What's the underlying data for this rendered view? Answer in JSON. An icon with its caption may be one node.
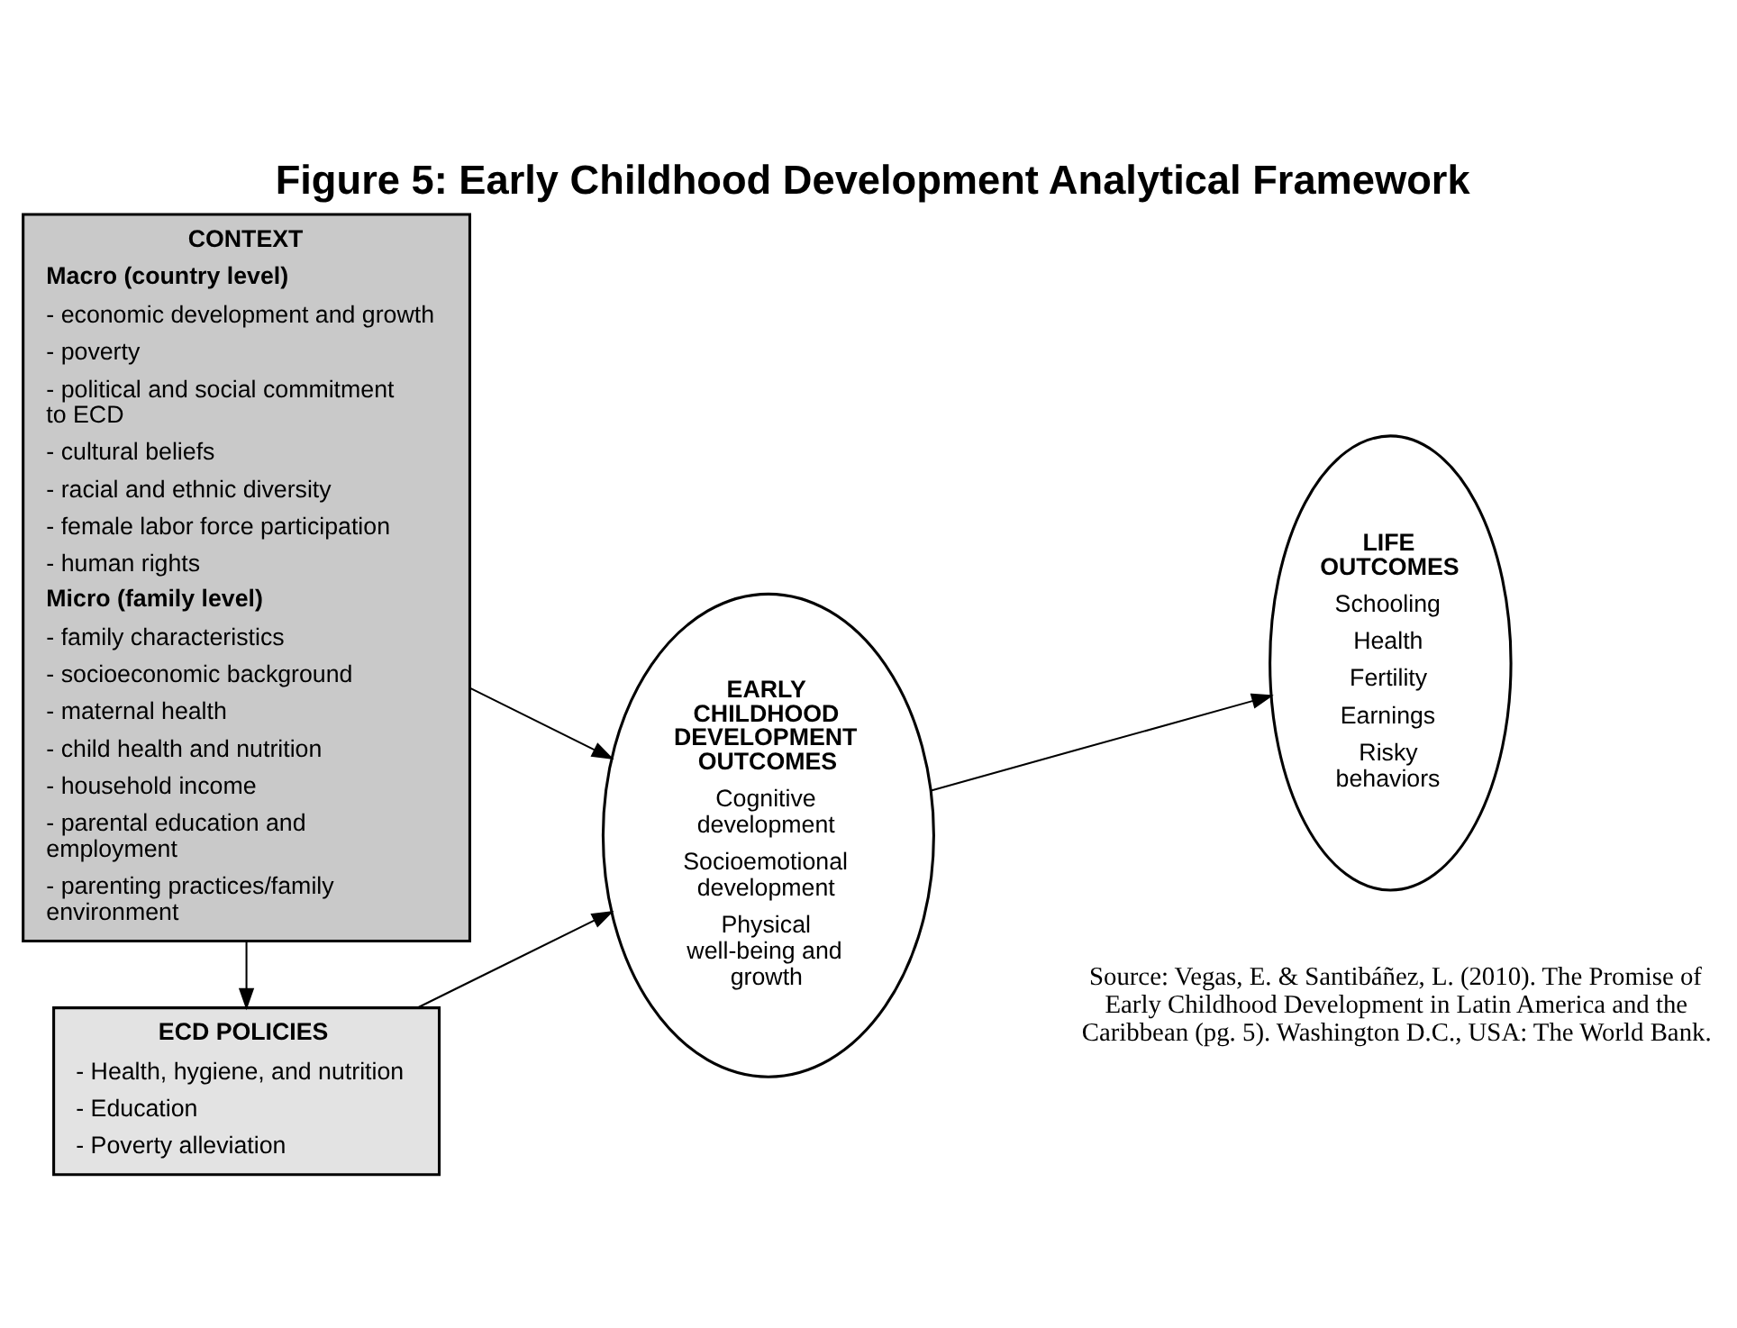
{
  "diagram": {
    "title": "Figure 5: Early Childhood Development Analytical Framework",
    "nodes": [
      {
        "text": [
          "CONTEXT",
          "Macro (country level)",
          "- economic development and growth",
          "- poverty",
          "- political and social commitment to ECD",
          "- cultural beliefs",
          "- racial and ethnic diversity",
          "- female labor force participation",
          "- human rights",
          "Micro (family level)",
          "- family characteristics",
          "- socioeconomic background",
          "- maternal health",
          "- child health and nutrition",
          "- household income",
          "- parental education and employment",
          "- parenting practices/family environment"
        ]
      },
      {
        "text": [
          "ECD POLICIES",
          "- Health, hygiene, and nutrition",
          "- Education",
          "- Poverty alleviation"
        ]
      },
      {
        "text": [
          "EARLY CHILDHOOD DEVELOPMENT OUTCOMES",
          "Cognitive development",
          "Socioemotional development",
          "Physical well-being and growth"
        ]
      },
      {
        "text": [
          "LIFE OUTCOMES",
          "Schooling",
          "Health",
          "Fertility",
          "Earnings",
          "Risky behaviors"
        ]
      }
    ],
    "edges": [
      {
        "from": 0,
        "to": 2,
        "arrow": "to"
      },
      {
        "from": 0,
        "to": 1,
        "arrow": "to"
      },
      {
        "from": 1,
        "to": 2,
        "arrow": "to"
      },
      {
        "from": 2,
        "to": 3,
        "arrow": "to"
      }
    ],
    "labels": [
      "Source: Vegas, E. & Santibáñez, L. (2010). The Promise of Early Childhood Development in Latin America and the Caribbean (pg. 5). Washington D.C., USA: The World Bank."
    ]
  }
}
